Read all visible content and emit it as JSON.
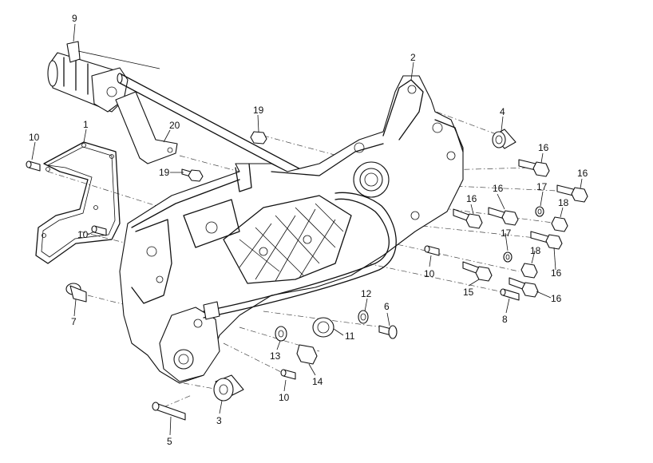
{
  "callouts": {
    "c1": "1",
    "c2": "2",
    "c3": "3",
    "c4": "4",
    "c5": "5",
    "c6": "6",
    "c7": "7",
    "c8": "8",
    "c9": "9",
    "c10a": "10",
    "c10b": "10",
    "c10c": "10",
    "c10d": "10",
    "c11": "11",
    "c12": "12",
    "c13": "13",
    "c14": "14",
    "c15": "15",
    "c16a": "16",
    "c16b": "16",
    "c16c": "16",
    "c16d": "16",
    "c16e": "16",
    "c16f": "16",
    "c17a": "17",
    "c17b": "17",
    "c18a": "18",
    "c18b": "18",
    "c19a": "19",
    "c19b": "19",
    "c20": "20"
  }
}
